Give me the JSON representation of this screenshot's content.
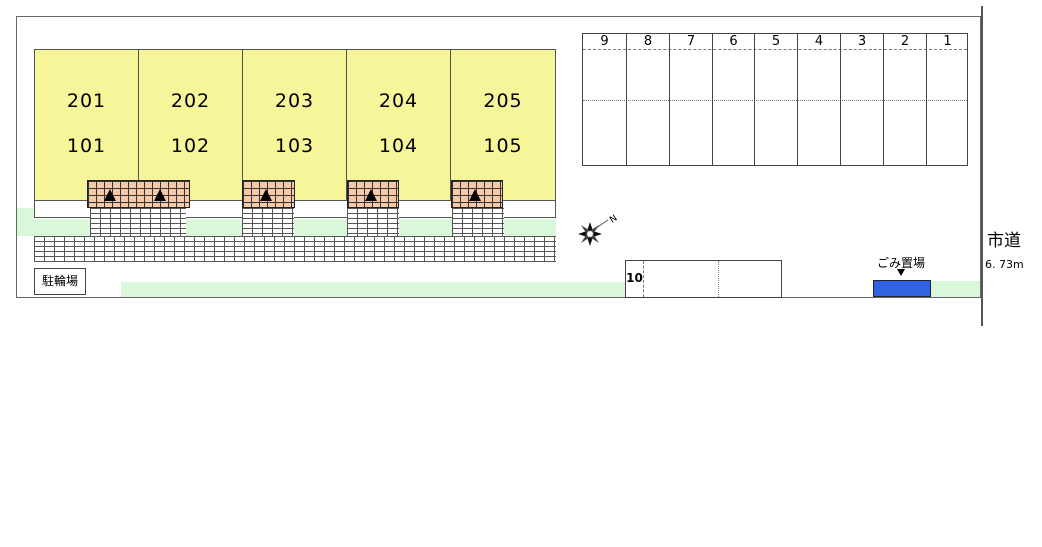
{
  "units": [
    {
      "upper": "201",
      "lower": "101"
    },
    {
      "upper": "202",
      "lower": "102"
    },
    {
      "upper": "203",
      "lower": "103"
    },
    {
      "upper": "204",
      "lower": "104"
    },
    {
      "upper": "205",
      "lower": "105"
    }
  ],
  "parking_numbers": [
    "9",
    "8",
    "7",
    "6",
    "5",
    "4",
    "3",
    "2",
    "1"
  ],
  "parking_10": "10",
  "bike_parking_label": "駐輪場",
  "garbage_label": "ごみ置場",
  "road_label": "市道",
  "road_width": "6. 73m",
  "compass_label": "N",
  "colors": {
    "building": "#f6f59a",
    "porch": "#f5c9a8",
    "lawn": "#d9f7d9",
    "garbage": "#2f63e0"
  }
}
